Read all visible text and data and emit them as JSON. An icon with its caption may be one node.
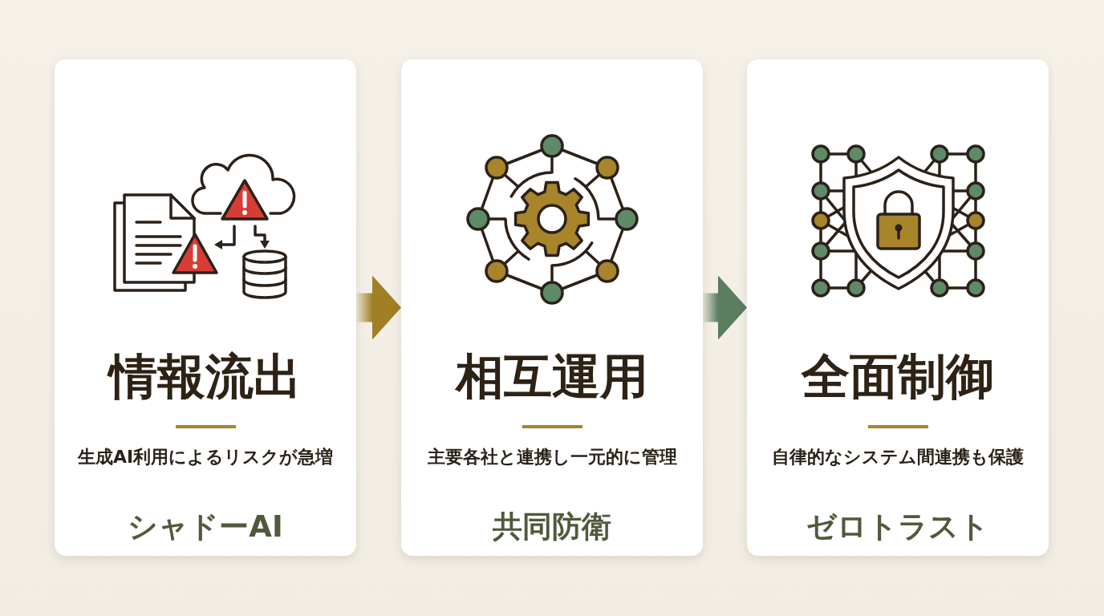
{
  "diagram": {
    "nodes": [
      {
        "text": [
          "情報流出",
          "生成AI利用によるリスクが急増",
          "シャドーAI"
        ]
      },
      {
        "text": [
          "相互運用",
          "主要各社と連携し一元的に管理",
          "共同防衛"
        ]
      },
      {
        "text": [
          "全面制御",
          "自律的なシステム間連携も保護",
          "ゼロトラスト"
        ]
      }
    ],
    "edges": [
      {
        "from": 0,
        "to": 1,
        "arrow": "to",
        "color": "#a07f25"
      },
      {
        "from": 1,
        "to": 2,
        "arrow": "to",
        "color": "#5b7d60"
      }
    ]
  }
}
